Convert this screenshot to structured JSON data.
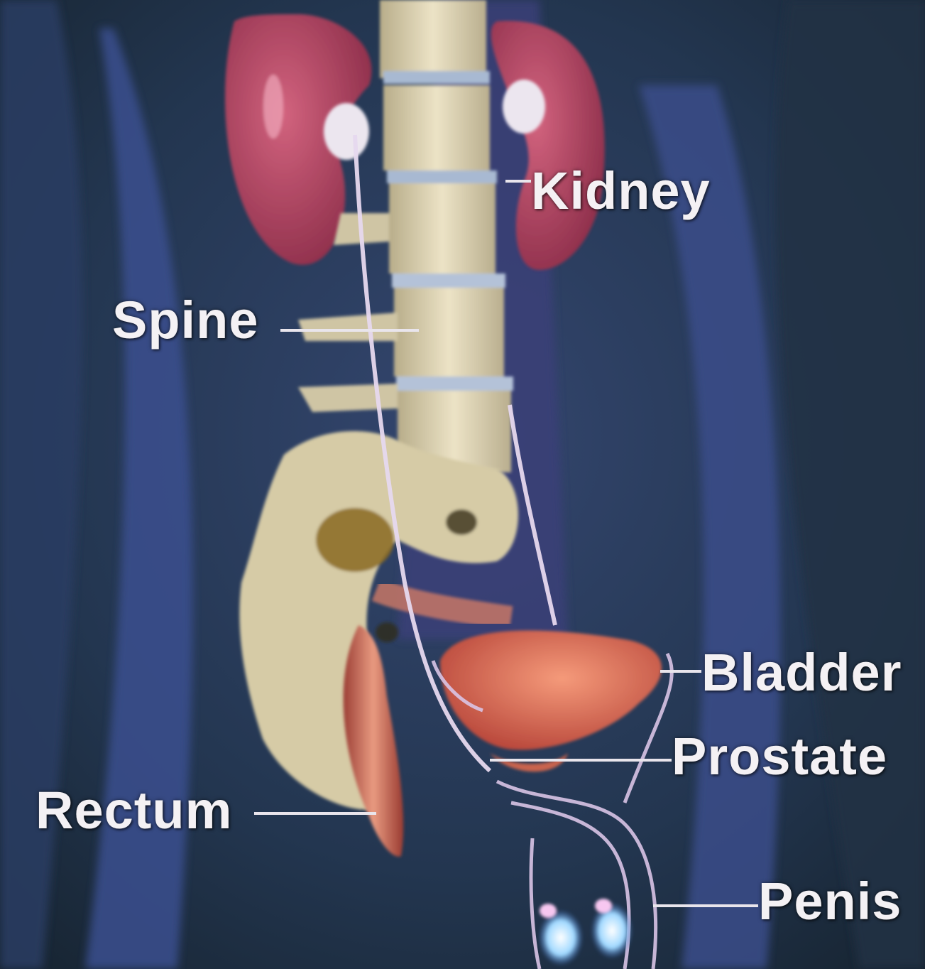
{
  "diagram": {
    "labels": {
      "kidney": "Kidney",
      "spine": "Spine",
      "bladder": "Bladder",
      "prostate": "Prostate",
      "rectum": "Rectum",
      "penis": "Penis"
    },
    "colors": {
      "background": "#1f3247",
      "muscle": "#3a4f8a",
      "kidney": "#b2445e",
      "bone": "#d9cfae",
      "bladder": "#e06a4e",
      "rectum": "#d8705a",
      "ureter": "#e2d4ea",
      "label_text": "#f4f1f4"
    }
  }
}
